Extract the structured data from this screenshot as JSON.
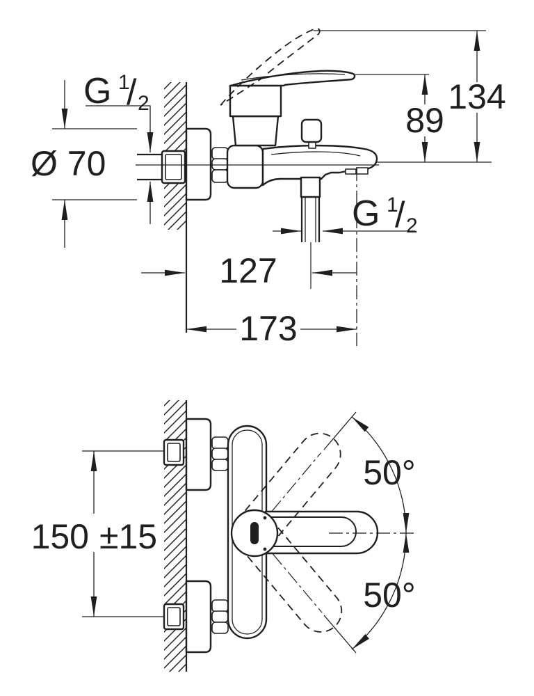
{
  "drawing": {
    "background": "#ffffff",
    "ink_color": "#1f1f1f"
  },
  "top_view": {
    "thread_label": {
      "base": "G",
      "numerator": "1",
      "slash": "/",
      "denominator": "2"
    },
    "labels": {
      "flange_diameter": "Ø 70",
      "handle_height": "89",
      "open_handle_height": "134",
      "wall_to_shower_outlet": "127",
      "wall_to_spout_tip": "173"
    }
  },
  "bottom_view": {
    "labels": {
      "connection_centers": "150",
      "connection_tolerance": "±15",
      "handle_swing_up": "50°",
      "handle_swing_down": "50°"
    }
  }
}
